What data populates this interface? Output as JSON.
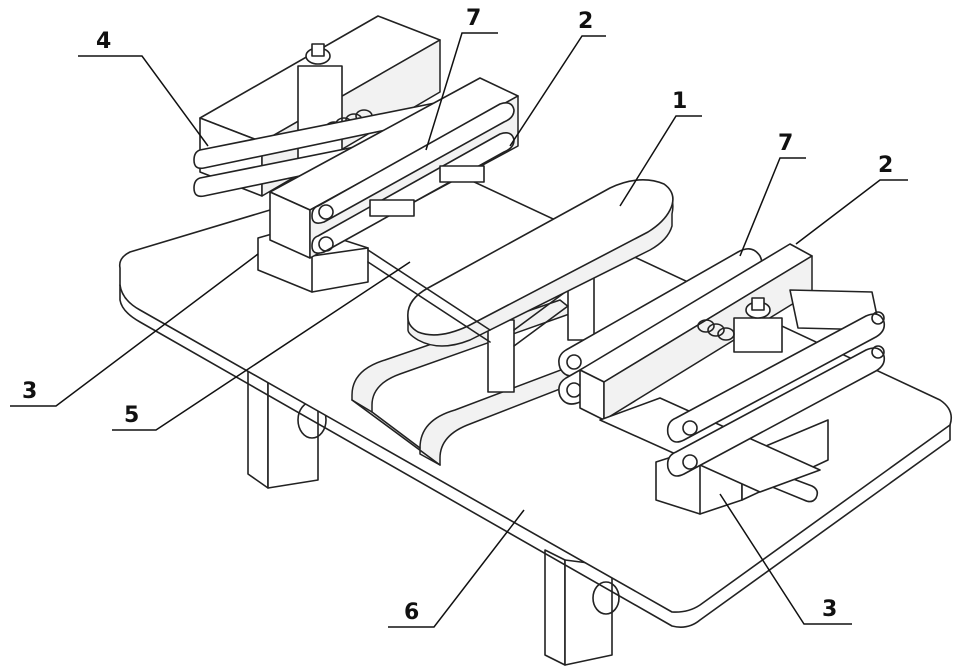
{
  "callouts": [
    {
      "id": "c4",
      "text": "4"
    },
    {
      "id": "c7a",
      "text": "7"
    },
    {
      "id": "c2a",
      "text": "2"
    },
    {
      "id": "c1",
      "text": "1"
    },
    {
      "id": "c7b",
      "text": "7"
    },
    {
      "id": "c2b",
      "text": "2"
    },
    {
      "id": "c3a",
      "text": "3"
    },
    {
      "id": "c5",
      "text": "5"
    },
    {
      "id": "c6",
      "text": "6"
    },
    {
      "id": "c3b",
      "text": "3"
    }
  ]
}
